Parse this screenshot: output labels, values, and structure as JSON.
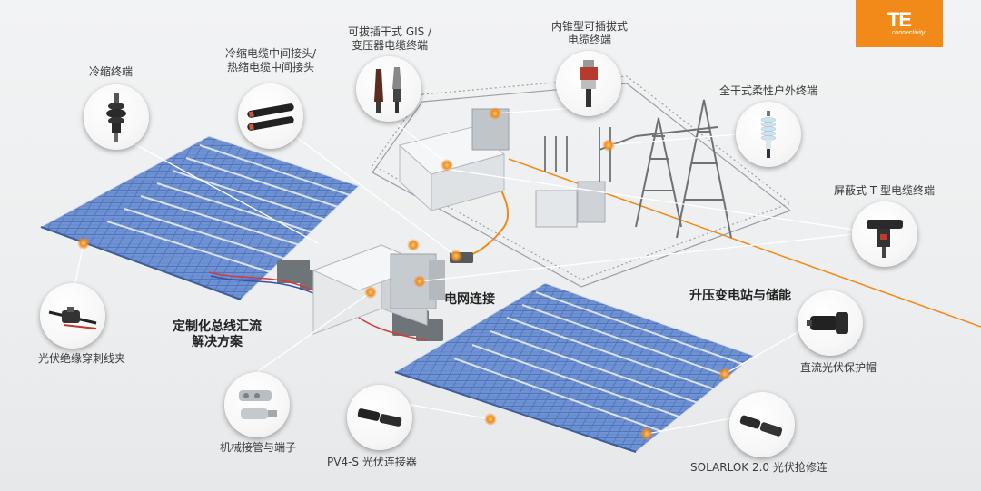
{
  "logo": {
    "mark": "TE",
    "sub": "connectivity"
  },
  "colors": {
    "accent": "#f28a19",
    "panel": "#4f74b8",
    "fence": "#9aa0a6",
    "line": "#ffffff"
  },
  "labels": {
    "cold_shrink_termination": "冷缩终端",
    "joint_line1": "冷缩电缆中间接头/",
    "joint_line2": "热缩电缆中间接头",
    "gis_line1": "可拔插干式 GIS /",
    "gis_line2": "变压器电缆终端",
    "inner_cone_line1": "内锥型可插拔式",
    "inner_cone_line2": "电缆终端",
    "dry_outdoor_termination": "全干式柔性户外终端",
    "shielded_t_connector": "屏蔽式 T 型电缆终端",
    "pv_piercing_clamp": "光伏绝缘穿刺线夹",
    "bus_solution_line1": "定制化总线汇流",
    "bus_solution_line2": "解决方案",
    "grid_connection": "电网连接",
    "substation_storage": "升压变电站与储能",
    "dc_protective_cap": "直流光伏保护帽",
    "mechanical_lugs": "机械接管与端子",
    "pv4s_connector": "PV4-S 光伏连接器",
    "solarlok_connector": "SOLARLOK 2.0 光伏抢修连"
  },
  "icons": [
    "cold-shrink-termination-icon",
    "cable-joint-icon",
    "gis-termination-icon",
    "inner-cone-termination-icon",
    "outdoor-termination-icon",
    "t-connector-icon",
    "piercing-clamp-icon",
    "mechanical-lug-icon",
    "pv4s-connector-icon",
    "solarlok-connector-icon",
    "dc-cap-icon"
  ]
}
